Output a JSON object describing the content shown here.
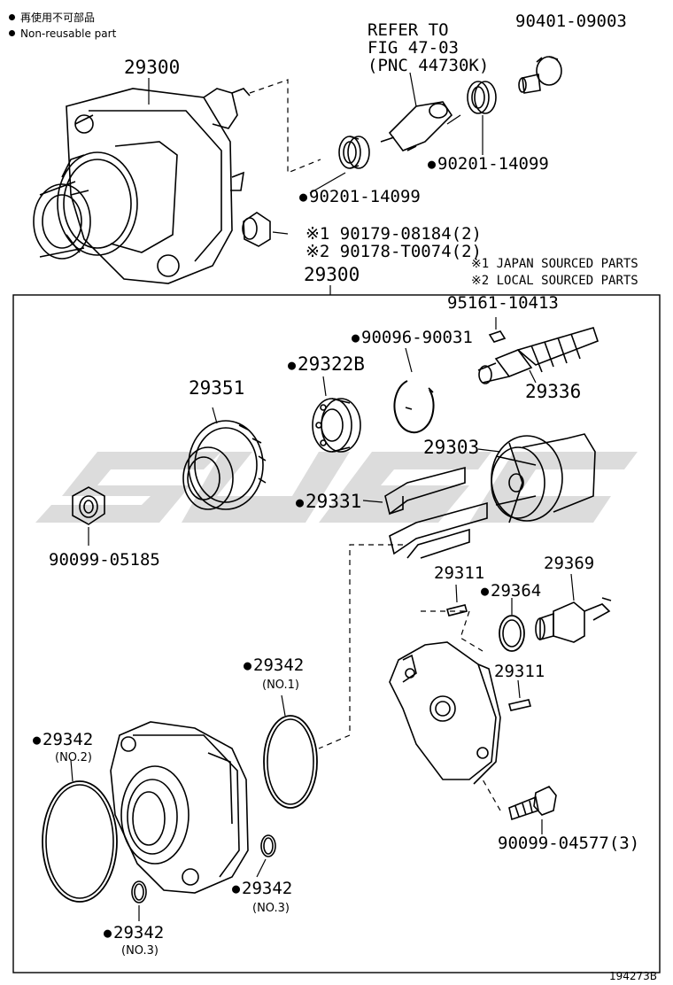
{
  "legend": {
    "item_jp": "再使用不可部品",
    "item_en": "Non-reusable part"
  },
  "notes": {
    "refer": [
      "REFER TO",
      "FIG 47-03",
      "(PNC 44730K)"
    ],
    "japan": "※1 JAPAN SOURCED PARTS",
    "local": "※2 LOCAL SOURCED PARTS"
  },
  "parts": {
    "p29300_top": "29300",
    "p29300_box": "29300",
    "p90401": "90401-09003",
    "p90201_a": "90201-14099",
    "p90201_b": "90201-14099",
    "p90179": "※1 90179-08184(2)",
    "p90178": "※2 90178-T0074(2)",
    "p95161": "95161-10413",
    "p90096": "90096-90031",
    "p29322b": "29322B",
    "p29351": "29351",
    "p29336": "29336",
    "p29303": "29303",
    "p29331": "29331",
    "p90099_05185": "90099-05185",
    "p29311_a": "29311",
    "p29369": "29369",
    "p29364": "29364",
    "p29311_b": "29311",
    "p29342_no1": "29342",
    "no1": "(NO.1)",
    "p29342_no2": "29342",
    "no2": "(NO.2)",
    "p29342_no3a": "29342",
    "no3a": "(NO.3)",
    "p29342_no3b": "29342",
    "no3b": "(NO.3)",
    "p90099_04577": "90099-04577(3)"
  },
  "footer": {
    "code": "194273B"
  },
  "colors": {
    "watermark": "#d9d9d9",
    "ink": "#000000"
  }
}
